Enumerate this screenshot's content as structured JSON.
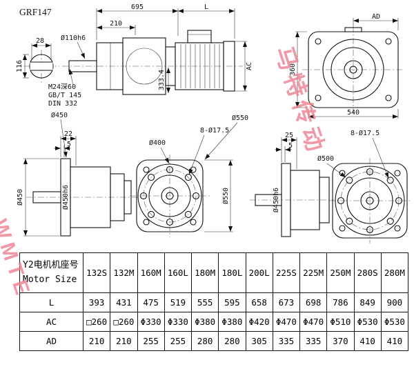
{
  "page": {
    "title": "GRF147"
  },
  "watermark": {
    "line1": "马特传动",
    "line2": "WMTE",
    "color": "#ee7f91"
  },
  "dims": {
    "shaft_width": "28",
    "shaft_height": "116",
    "thread_note1": "M24深60",
    "thread_note2": "GB/T 145",
    "thread_note3": "DIN 332",
    "flange_label_left": "Ø450",
    "overall_len_a": "695",
    "overall_len_b": "L",
    "front_len": "210",
    "shaft_dia": "Ø110h6",
    "motor_dia": "AC",
    "center_height": "333.4",
    "end_view_height": "360",
    "end_view_width": "540",
    "end_view_ad": "AD",
    "flangeA_t1": "22",
    "flangeA_t2": "5",
    "flangeA_spigot": "Ø450h6",
    "flangeA_od": "Ø450",
    "faceA_pilot": "Ø400",
    "faceA_bolts": "8-Ø17.5",
    "faceA_od_dim": "Ø550",
    "faceA_od_label": "Ø550",
    "flangeB_t1": "25",
    "flangeB_t2": "5",
    "flangeB_spigot": "Ø450h6",
    "faceB_pilot": "Ø500",
    "faceB_bolts": "8-Ø17.5"
  },
  "table": {
    "header_cn": "Y2电机机座号",
    "header_en": "Motor Size",
    "columns": [
      "132S",
      "132M",
      "160M",
      "160L",
      "180M",
      "180L",
      "200L",
      "225S",
      "225M",
      "250M",
      "280S",
      "280M"
    ],
    "rows": [
      {
        "label": "L",
        "values": [
          "393",
          "431",
          "475",
          "519",
          "555",
          "595",
          "658",
          "673",
          "698",
          "786",
          "849",
          "900"
        ]
      },
      {
        "label": "AC",
        "values": [
          "□260",
          "□260",
          "Φ330",
          "Φ330",
          "Φ380",
          "Φ380",
          "Φ420",
          "Φ470",
          "Φ470",
          "Φ510",
          "Φ530",
          "Φ530"
        ]
      },
      {
        "label": "AD",
        "values": [
          "210",
          "210",
          "255",
          "255",
          "280",
          "280",
          "305",
          "335",
          "335",
          "370",
          "410",
          "410"
        ]
      }
    ]
  }
}
